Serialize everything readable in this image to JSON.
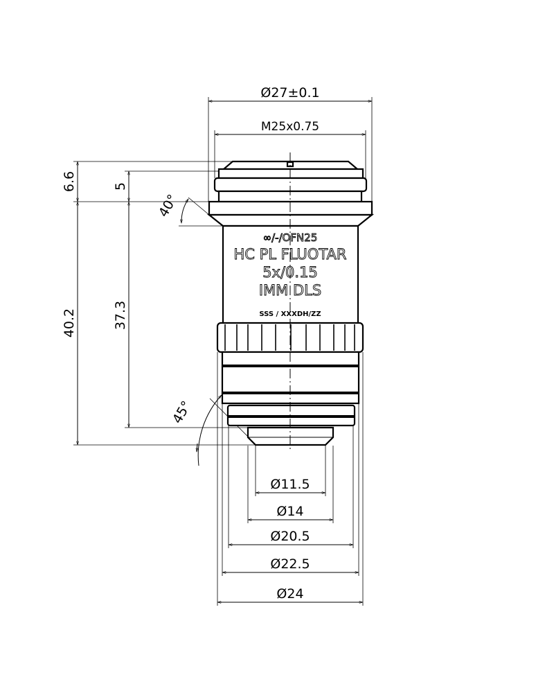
{
  "drawing": {
    "top_dimensions": {
      "outer_diameter": "Ø27±0.1",
      "thread": "M25x0.75"
    },
    "left_dimensions": {
      "d1": "6.6",
      "d2": "5",
      "d3": "37.3",
      "d4": "40.2"
    },
    "angles": {
      "top": "40°",
      "bottom": "45°"
    },
    "bottom_dimensions": [
      "Ø11.5",
      "Ø14",
      "Ø20.5",
      "Ø22.5",
      "Ø24"
    ],
    "engraving": {
      "line1": "∞/-/OFN25",
      "line2": "HC PL FLUOTAR",
      "line3": "5x/0.15",
      "line4": "IMM DLS",
      "line5": "SSS / XXXDH/ZZ"
    }
  }
}
